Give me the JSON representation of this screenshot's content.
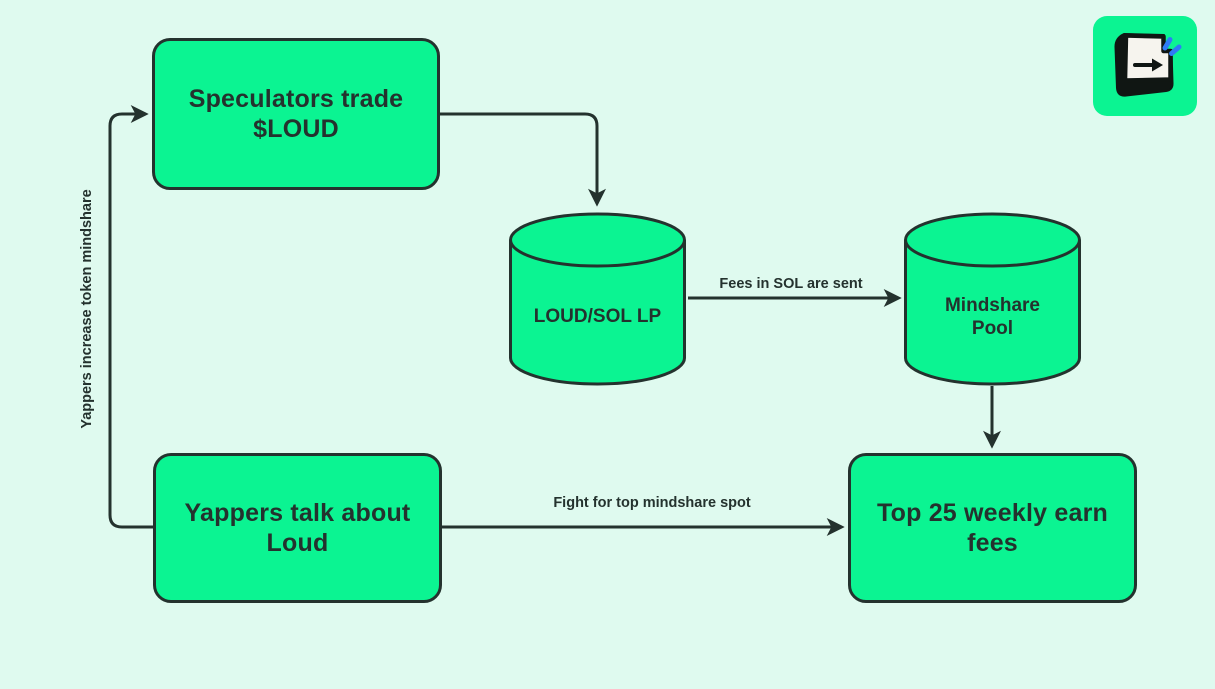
{
  "colors": {
    "background": "#dffaef",
    "node_fill": "#0bf492",
    "stroke": "#24322e",
    "text": "#24322e",
    "logo_spark": "#2f7bf6"
  },
  "nodes": {
    "speculators": {
      "lines": [
        "Speculators trade",
        "$LOUD"
      ]
    },
    "loudsol": {
      "label": "LOUD/SOL LP"
    },
    "mindshare": {
      "lines": [
        "Mindshare",
        "Pool"
      ]
    },
    "yappers": {
      "lines": [
        "Yappers talk about",
        "Loud"
      ]
    },
    "top25": {
      "lines": [
        "Top 25 weekly earn",
        "fees"
      ]
    }
  },
  "edges": {
    "fees_sent": {
      "label": "Fees in SOL are sent"
    },
    "fight_spot": {
      "label": "Fight for top mindshare spot"
    },
    "yappers_mindshare": {
      "label": "Yappers increase token mindshare"
    }
  },
  "logo": {
    "icon": "enter-key-icon",
    "sparks": "spark-marks"
  }
}
